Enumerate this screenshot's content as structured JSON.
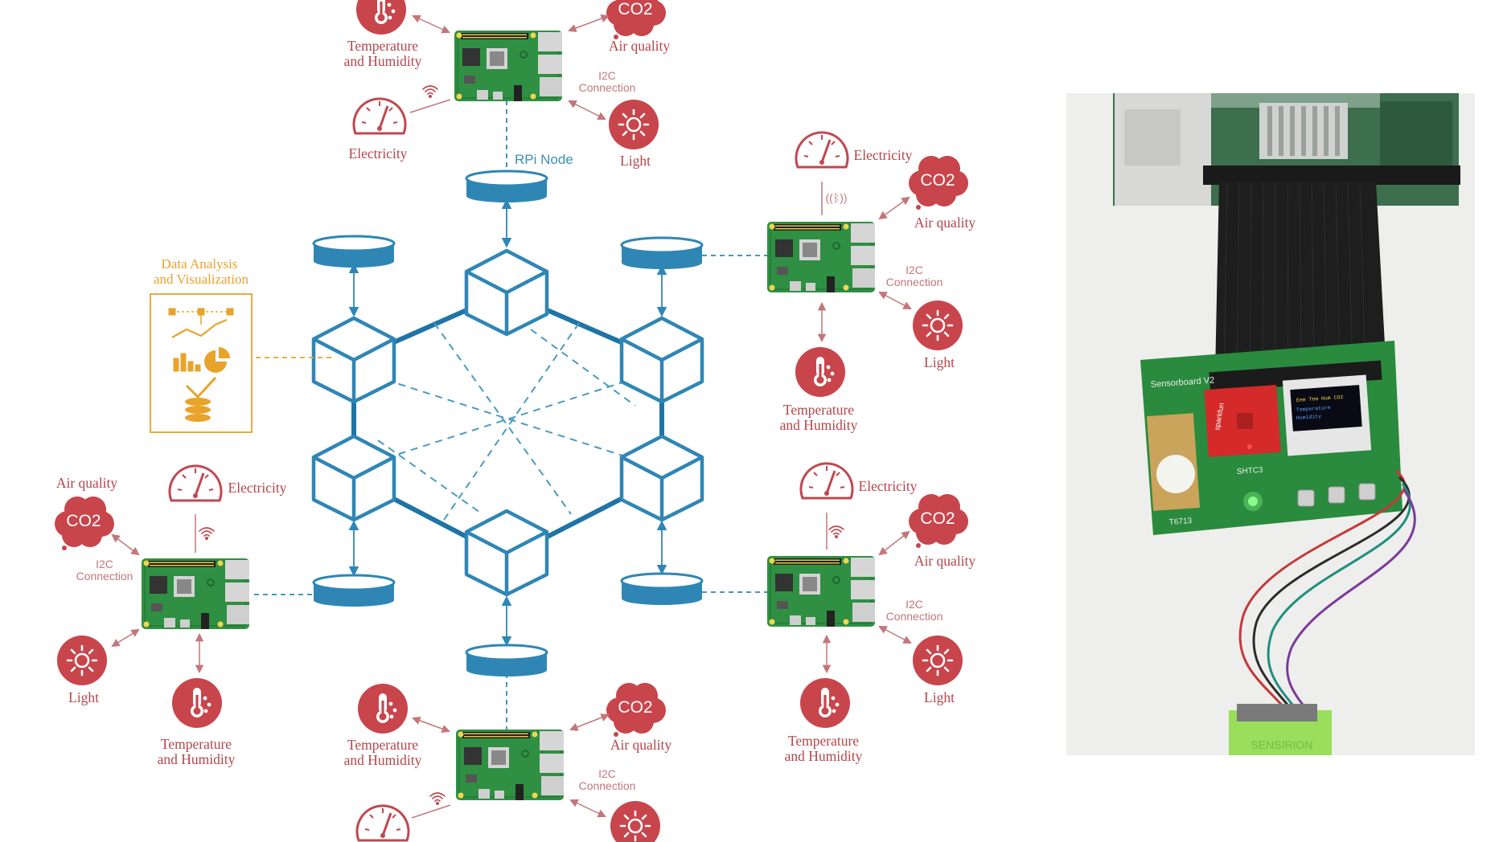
{
  "labels": {
    "temperature_humidity": [
      "Temperature",
      "and Humidity"
    ],
    "air_quality": "Air quality",
    "electricity": "Electricity",
    "light": "Light",
    "co2": "CO2",
    "i2c": [
      "I2C",
      "Connection"
    ],
    "rpi_node": "RPi Node",
    "data_analysis": [
      "Data Analysis",
      "and Visualization"
    ]
  },
  "photo": {
    "board_label": "Sensorboard V2",
    "sensor_label": "SHTC3",
    "module_label": "T6713",
    "brand_label": "sparkfun",
    "sensirion_label": "SENSIRION",
    "oled_lines": [
      "Eem Tem Hum CO2",
      "Temperature",
      "Humidity"
    ]
  },
  "colors": {
    "sensor_red": "#c8454c",
    "network_blue": "#2f86b5",
    "data_orange": "#e8a32b",
    "pcb_green": "#2a8a3e"
  }
}
